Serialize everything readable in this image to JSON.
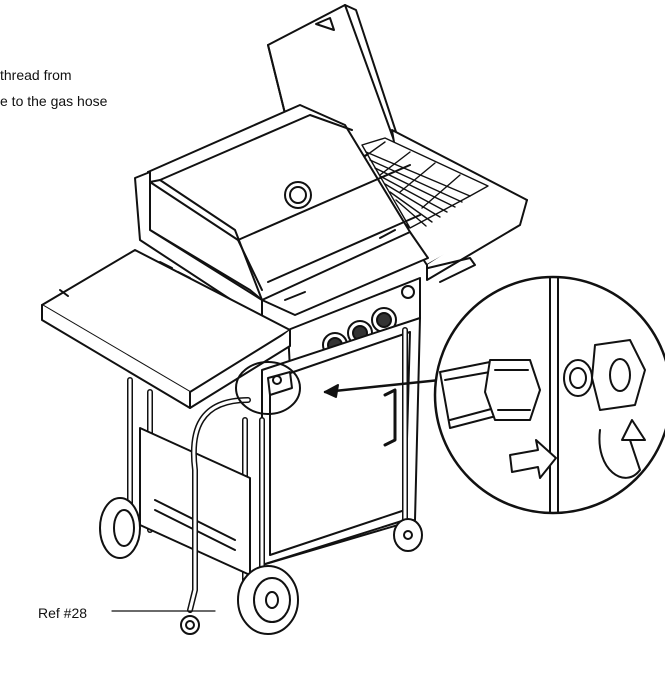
{
  "instructions": {
    "line1": "thread from",
    "line2": "e to the gas hose"
  },
  "callout": {
    "ref_label": "Ref #28"
  },
  "colors": {
    "ink": "#111111",
    "paper": "#ffffff",
    "shade": "#d8d8d8"
  }
}
